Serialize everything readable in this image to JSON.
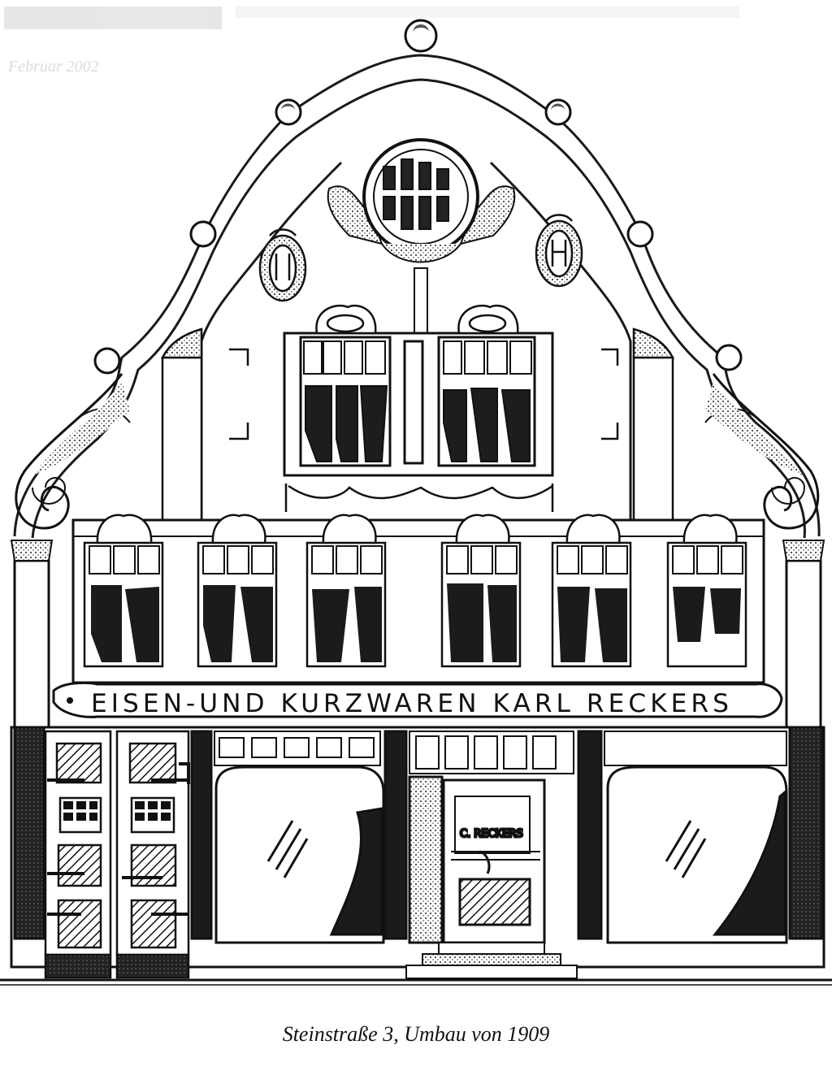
{
  "caption": "Steinstraße 3, Umbau von 1909",
  "facade_sign": "EISEN-UND KURZWAREN KARL RECKERS",
  "door_sign": "C. RECKERS",
  "header_smudge": "Februar 2002",
  "colors": {
    "ink": "#1a1a1a",
    "paper": "#ffffff",
    "gray": "#d8d8d8"
  }
}
